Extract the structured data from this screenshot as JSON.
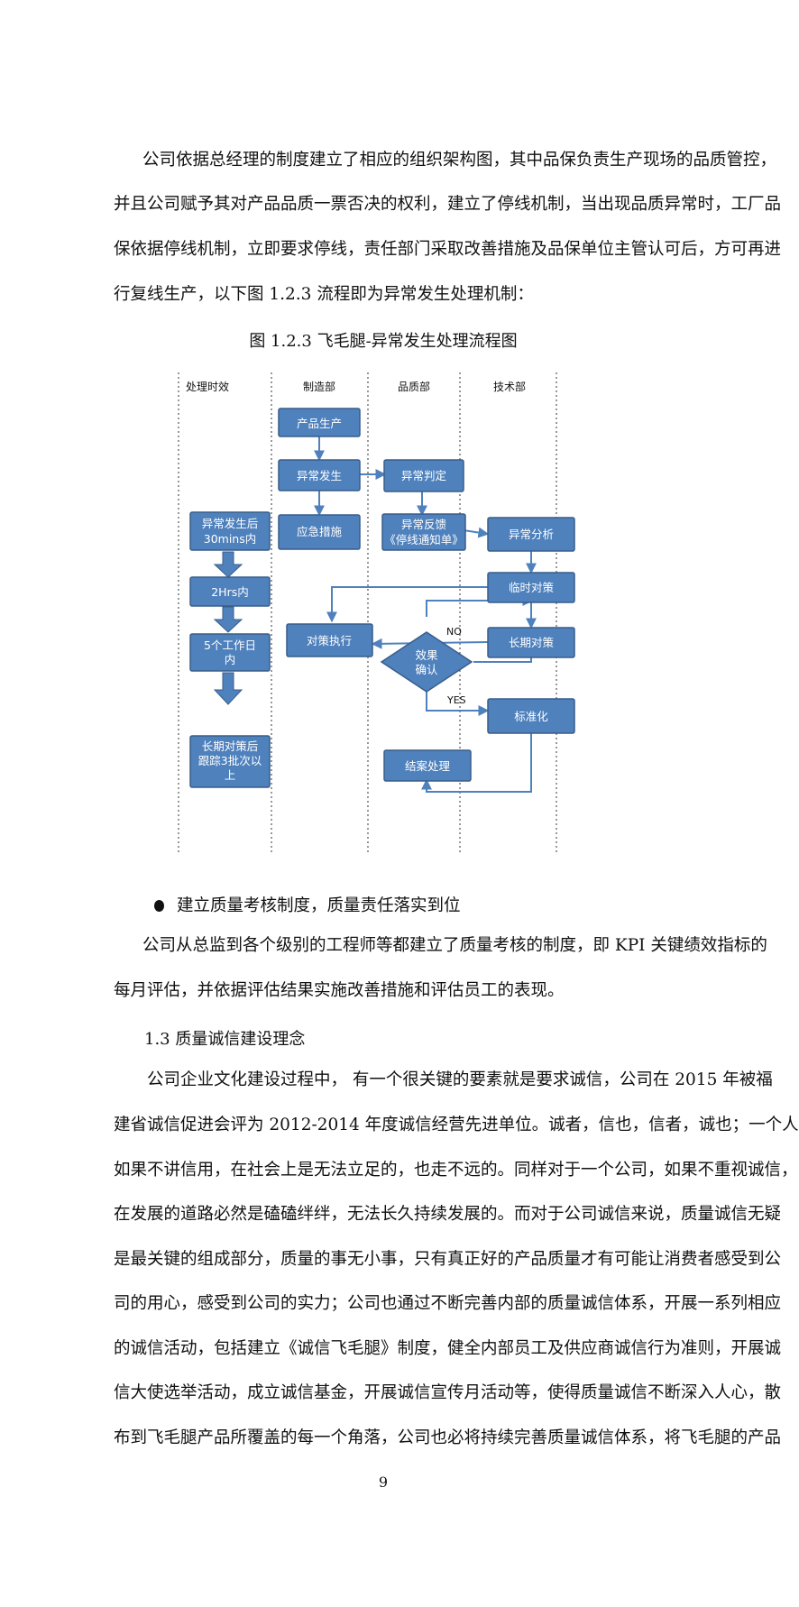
{
  "paragraph1": [
    "公司依据总经理的制度建立了相应的组织架构图，其中品保负责生产现场的品质管控，",
    "并且公司赋予其对产品品质一票否决的权利，建立了停线机制，当出现品质异常时，工厂品",
    "保依据停线机制，立即要求停线，责任部门采取改善措施及品保单位主管认可后，方可再进",
    "行复线生产，以下图 1.2.3 流程即为异常发生处理机制："
  ],
  "figure_caption": "图 1.2.3 飞毛腿-异常发生处理流程图",
  "flowchart": {
    "columns": [
      "处理时效",
      "制造部",
      "品质部",
      "技术部"
    ],
    "boxes": {
      "produce": "产品生产",
      "occur": "异常发生",
      "emergency": "应急措施",
      "judge": "异常判定",
      "feedback_line1": "异常反馈",
      "feedback_line2": "《停线通知单》",
      "analysis": "异常分析",
      "temp": "临时对策",
      "longterm": "长期对策",
      "execute": "对策执行",
      "effect_line1": "效果",
      "effect_line2": "确认",
      "standard": "标准化",
      "close": "结案处理"
    },
    "timeline": {
      "t1_line1": "异常发生后",
      "t1_line2": "30mins内",
      "t2": "2Hrs内",
      "t3_line1": "5个工作日",
      "t3_line2": "内",
      "t4_line1": "长期对策后",
      "t4_line2": "跟踪3批次以",
      "t4_line3": "上"
    },
    "labels": {
      "no": "NO",
      "yes": "YES"
    },
    "colors": {
      "box_fill": "#4f81bd",
      "box_stroke": "#385d8a",
      "arrow": "#4f81bd",
      "text": "#ffffff"
    }
  },
  "bullet": "建立质量考核制度，质量责任落实到位",
  "paragraph2": [
    "公司从总监到各个级别的工程师等都建立了质量考核的制度，即 KPI 关键绩效指标的",
    "每月评估，并依据评估结果实施改善措施和评估员工的表现。"
  ],
  "section_heading": "1.3 质量诚信建设理念",
  "paragraph3": [
    "公司企业文化建设过程中，  有一个很关键的要素就是要求诚信，公司在 2015 年被福",
    "建省诚信促进会评为 2012-2014 年度诚信经营先进单位。诚者，信也，信者，诚也；一个人",
    "如果不讲信用，在社会上是无法立足的，也走不远的。同样对于一个公司，如果不重视诚信，",
    "在发展的道路必然是磕磕绊绊，无法长久持续发展的。而对于公司诚信来说，质量诚信无疑",
    "是最关键的组成部分，质量的事无小事，只有真正好的产品质量才有可能让消费者感受到公",
    "司的用心，感受到公司的实力；公司也通过不断完善内部的质量诚信体系，开展一系列相应",
    "的诚信活动，包括建立《诚信飞毛腿》制度，健全内部员工及供应商诚信行为准则，开展诚",
    "信大使选举活动，成立诚信基金，开展诚信宣传月活动等，使得质量诚信不断深入人心，散",
    "布到飞毛腿产品所覆盖的每一个角落，公司也必将持续完善质量诚信体系，将飞毛腿的产品"
  ],
  "page_number": "9"
}
